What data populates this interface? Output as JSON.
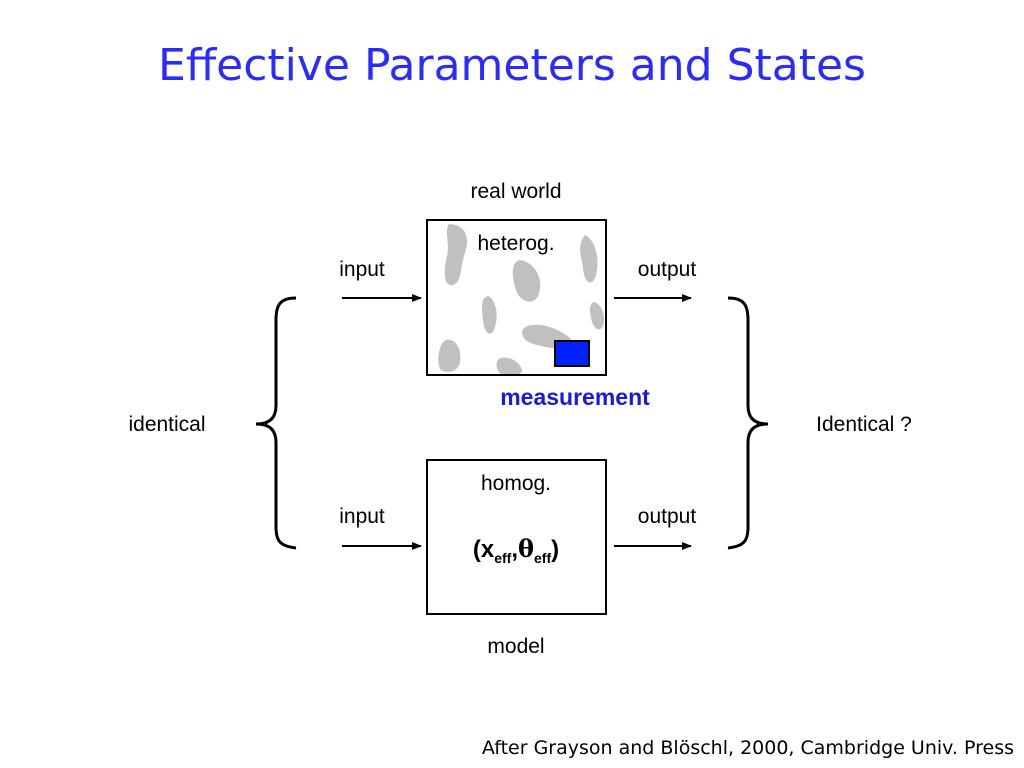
{
  "title": "Effective Parameters and States",
  "real_world": {
    "caption": "real world",
    "box_label": "heterog.",
    "input_label": "input",
    "output_label": "output"
  },
  "measurement_label": "measurement",
  "model": {
    "caption": "model",
    "box_label": "homog.",
    "input_label": "input",
    "output_label": "output",
    "params": {
      "open": "(",
      "x": "x",
      "sub_x": "eff",
      "comma": ",",
      "theta": "θ",
      "sub_theta": "eff",
      "close": ")"
    }
  },
  "left_brace_label": "identical",
  "right_brace_label": "Identical ?",
  "citation": "After Grayson and Blöschl, 2000, Cambridge Univ. Press",
  "colors": {
    "title": "#2b2bff",
    "measurement_text": "#1a1adb",
    "measurement_box": "#0022ff",
    "blob_fill": "#c0c0c0"
  }
}
